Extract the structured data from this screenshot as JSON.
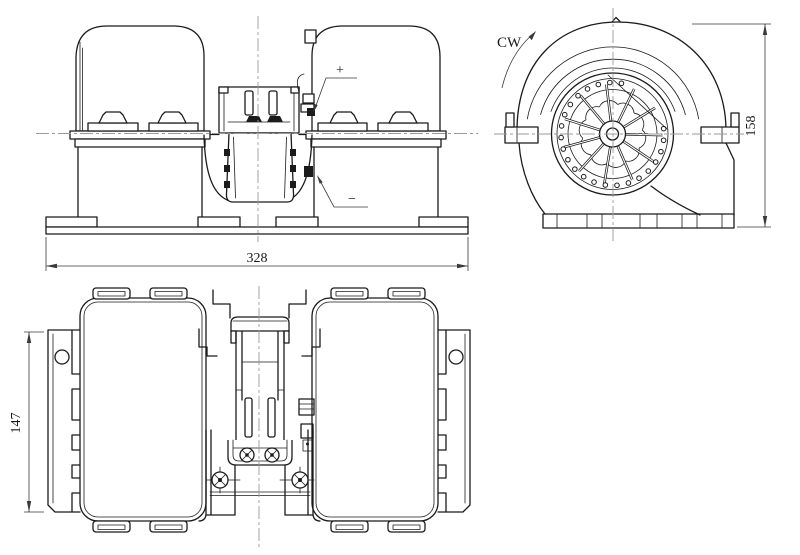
{
  "drawing": {
    "dimensions": {
      "front_width": "328",
      "side_height": "158",
      "top_view_height": "147"
    },
    "labels": {
      "rotation_direction": "CW",
      "terminal_positive": "+",
      "terminal_negative": "−"
    },
    "colors": {
      "line": "#1b1b1b",
      "centerline": "#9a9a9a",
      "dimension_line": "#3a3a3a",
      "background": "#ffffff"
    }
  }
}
